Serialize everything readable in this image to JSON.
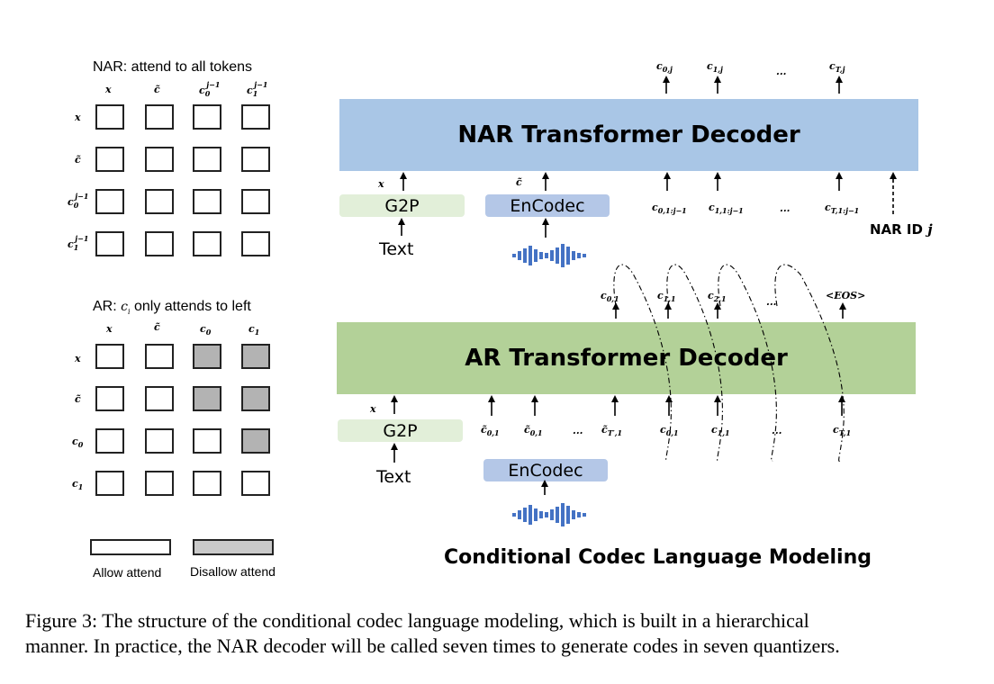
{
  "nar_matrix": {
    "title": "NAR:  attend to all tokens",
    "col_headers": [
      "x",
      "c̃",
      "c0^{j-1}",
      "c1^{j-1}"
    ],
    "row_headers": [
      "x",
      "c̃",
      "c0^{j-1}",
      "c1^{j-1}"
    ],
    "mask": [
      [
        0,
        0,
        0,
        0
      ],
      [
        0,
        0,
        0,
        0
      ],
      [
        0,
        0,
        0,
        0
      ],
      [
        0,
        0,
        0,
        0
      ]
    ]
  },
  "ar_matrix": {
    "title": "AR: ci only attends to left",
    "col_headers": [
      "x",
      "c̃",
      "c0",
      "c1"
    ],
    "row_headers": [
      "x",
      "c̃",
      "c0",
      "c1"
    ],
    "mask": [
      [
        0,
        0,
        1,
        1
      ],
      [
        0,
        0,
        1,
        1
      ],
      [
        0,
        0,
        0,
        1
      ],
      [
        0,
        0,
        0,
        0
      ]
    ]
  },
  "legend": {
    "allow": "Allow attend",
    "disallow": "Disallow attend"
  },
  "nar": {
    "decoder_label": "NAR Transformer Decoder",
    "g2p": "G2P",
    "encodec": "EnCodec",
    "text": "Text",
    "nar_id": "NAR ID j",
    "x_in": "x",
    "c_tilde_in": "c̃",
    "outputs": [
      "c0,j",
      "c1,j",
      "...",
      "cT,j"
    ],
    "inputs": [
      "c0,1:j−1",
      "c1,1:j−1",
      "...",
      "cT,1:j−1"
    ]
  },
  "ar": {
    "decoder_label": "AR Transformer Decoder",
    "g2p": "G2P",
    "encodec": "EnCodec",
    "text": "Text",
    "x_in": "x",
    "prompt_inputs": [
      "c̃0,1",
      "c̃0,1",
      "...",
      "c̃T′,1"
    ],
    "inputs": [
      "c0,1",
      "c1,1",
      "...",
      "cT,1"
    ],
    "outputs": [
      "c0,1",
      "c1,1",
      "c2,1",
      "...",
      "<EOS>"
    ]
  },
  "diagram_title": "Conditional Codec Language Modeling",
  "caption_lines": [
    "Figure 3: The structure of the conditional codec language modeling, which is built in a hierarchical",
    "manner. In practice, the NAR decoder will be called seven times to generate codes in seven quantizers."
  ],
  "colors": {
    "nar_decoder": "#a9c6e6",
    "ar_decoder": "#b3d198",
    "g2p": "#e2efd9",
    "encodec": "#b4c7e7",
    "waveform": "#4472c4",
    "disallow": "#b3b3b3"
  }
}
